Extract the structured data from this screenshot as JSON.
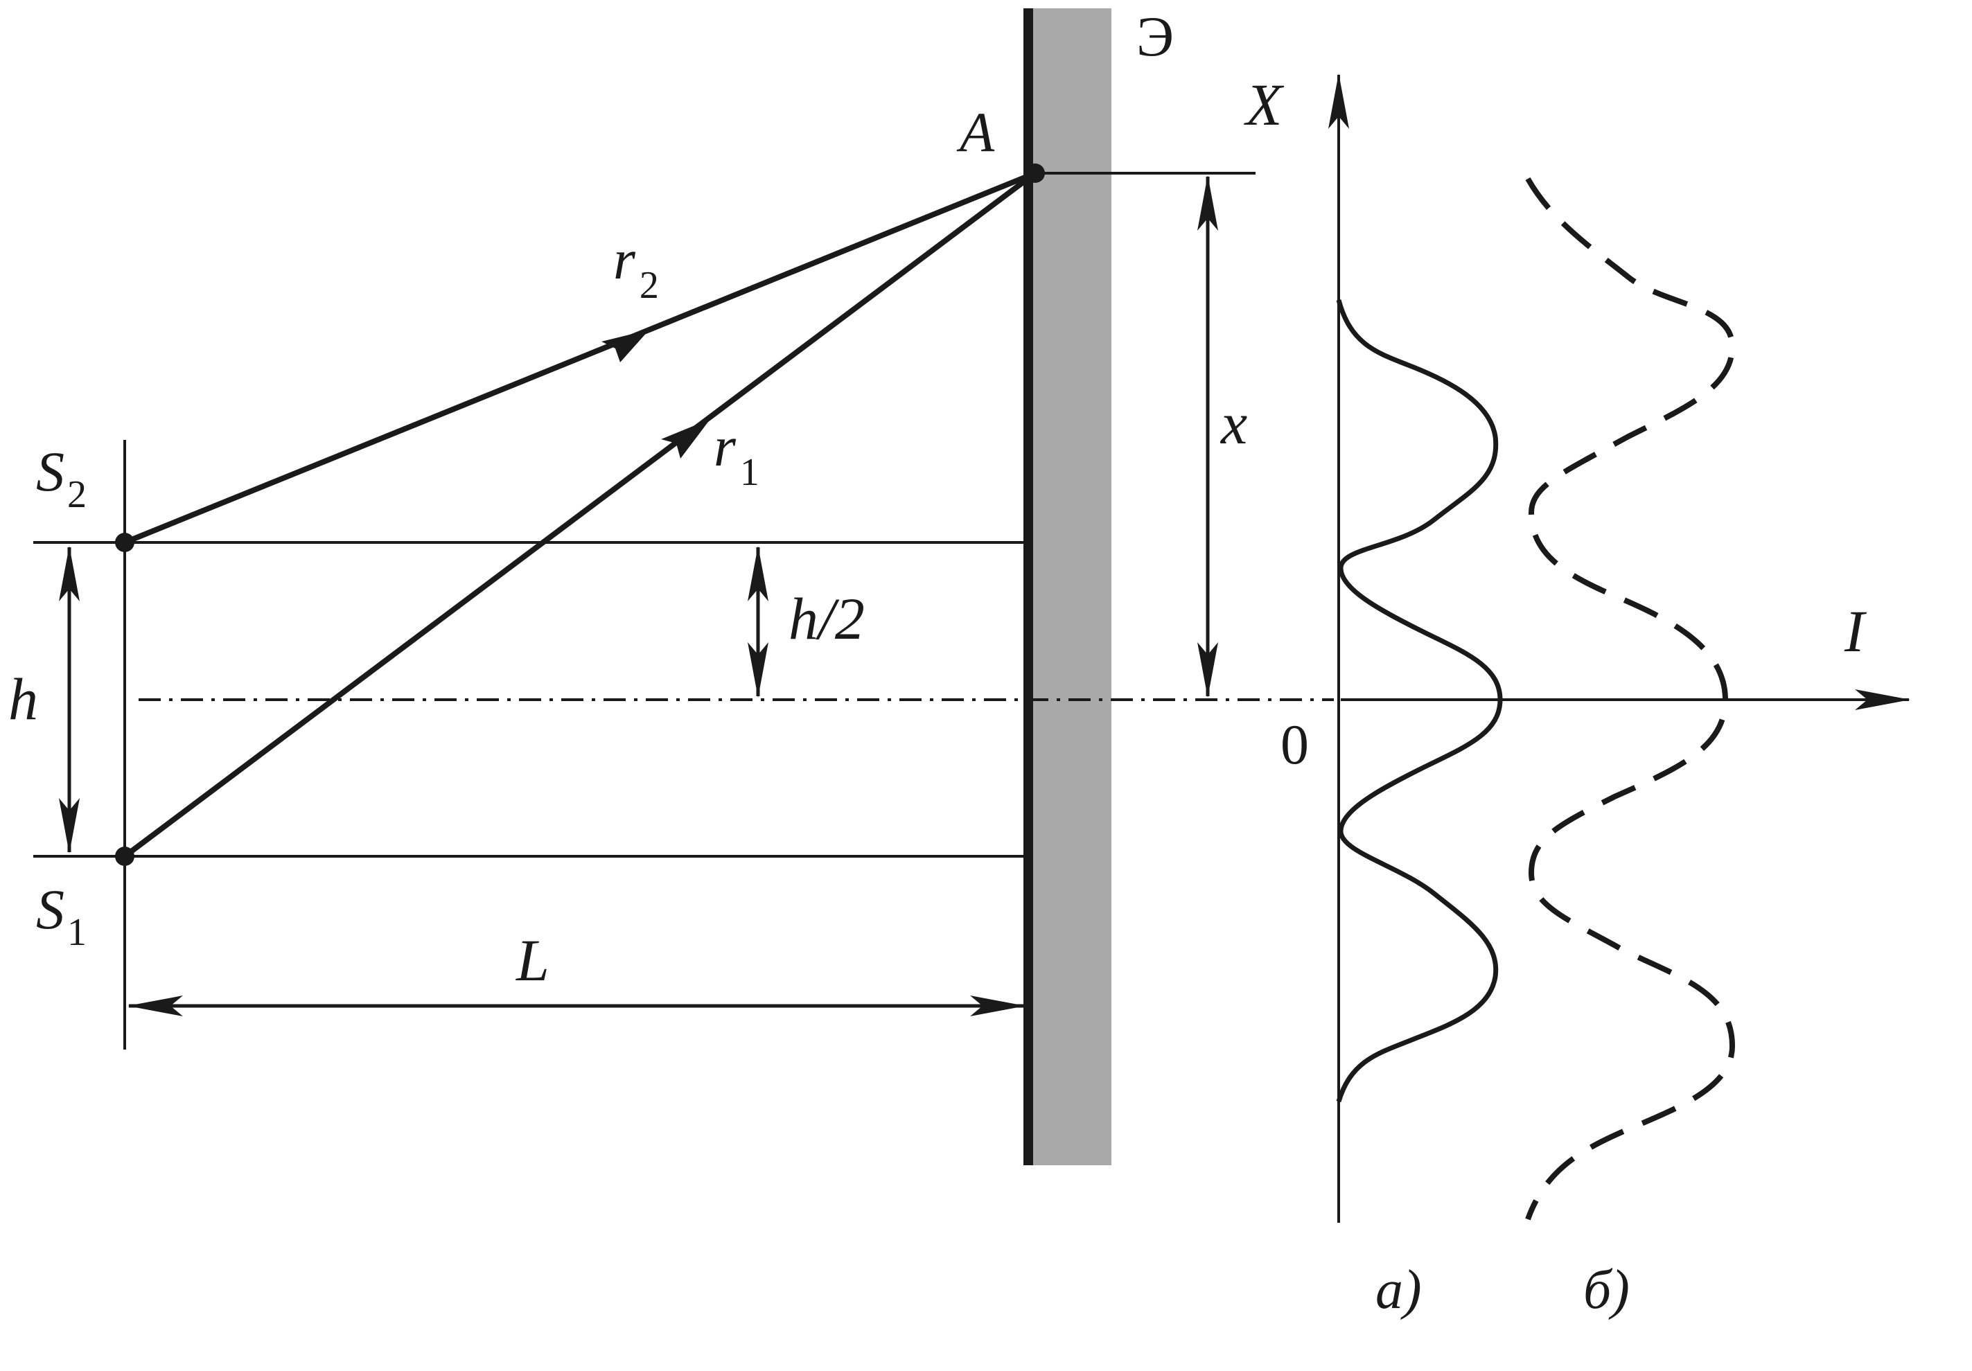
{
  "labels": {
    "screen": "Э",
    "point_a": "A",
    "axis_x": "X",
    "axis_i": "I",
    "origin": "0",
    "ray_r2": "r",
    "ray_r2_sub": "2",
    "ray_r1": "r",
    "ray_r1_sub": "1",
    "source_s2": "S",
    "source_s2_sub": "2",
    "source_s1": "S",
    "source_s1_sub": "1",
    "dim_h": "h",
    "dim_h_half": "h/2",
    "dim_x": "x",
    "dim_l": "L",
    "caption_a": "a)",
    "caption_b": "б)"
  },
  "colors": {
    "ink": "#1a1a1a",
    "screen_fill": "#a9a9a9"
  }
}
